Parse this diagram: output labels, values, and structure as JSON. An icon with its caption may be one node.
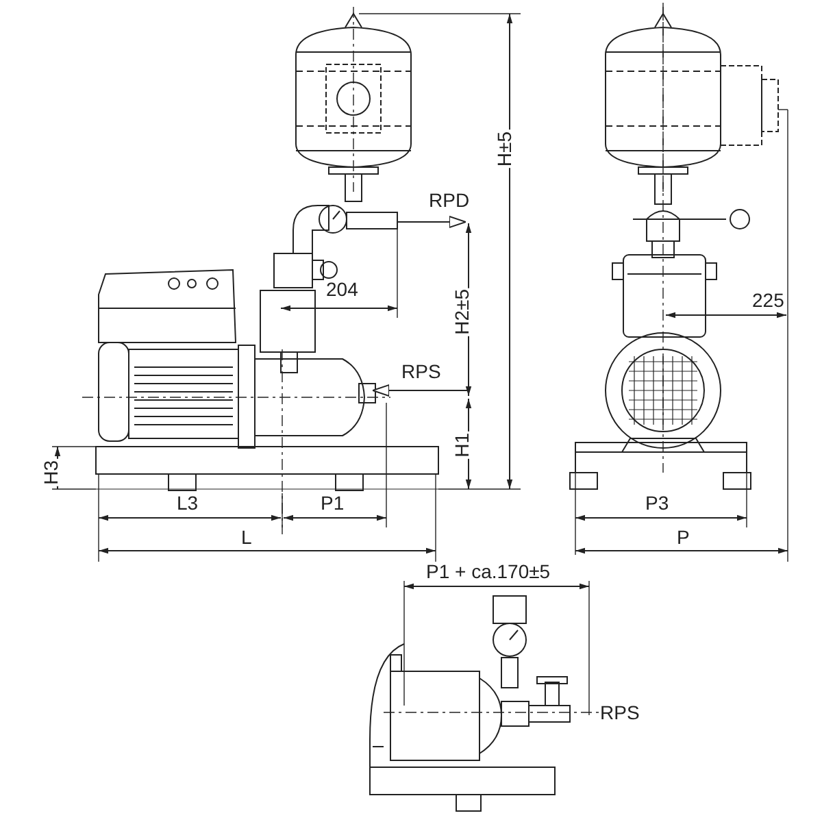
{
  "diagram": {
    "labels": [
      "RPD",
      "204",
      "H±5",
      "H2±5",
      "225",
      "RPS",
      "H1",
      "H3",
      "L3",
      "P1",
      "P3",
      "L",
      "P",
      "P1 + ca.170±5",
      "RPS"
    ]
  }
}
